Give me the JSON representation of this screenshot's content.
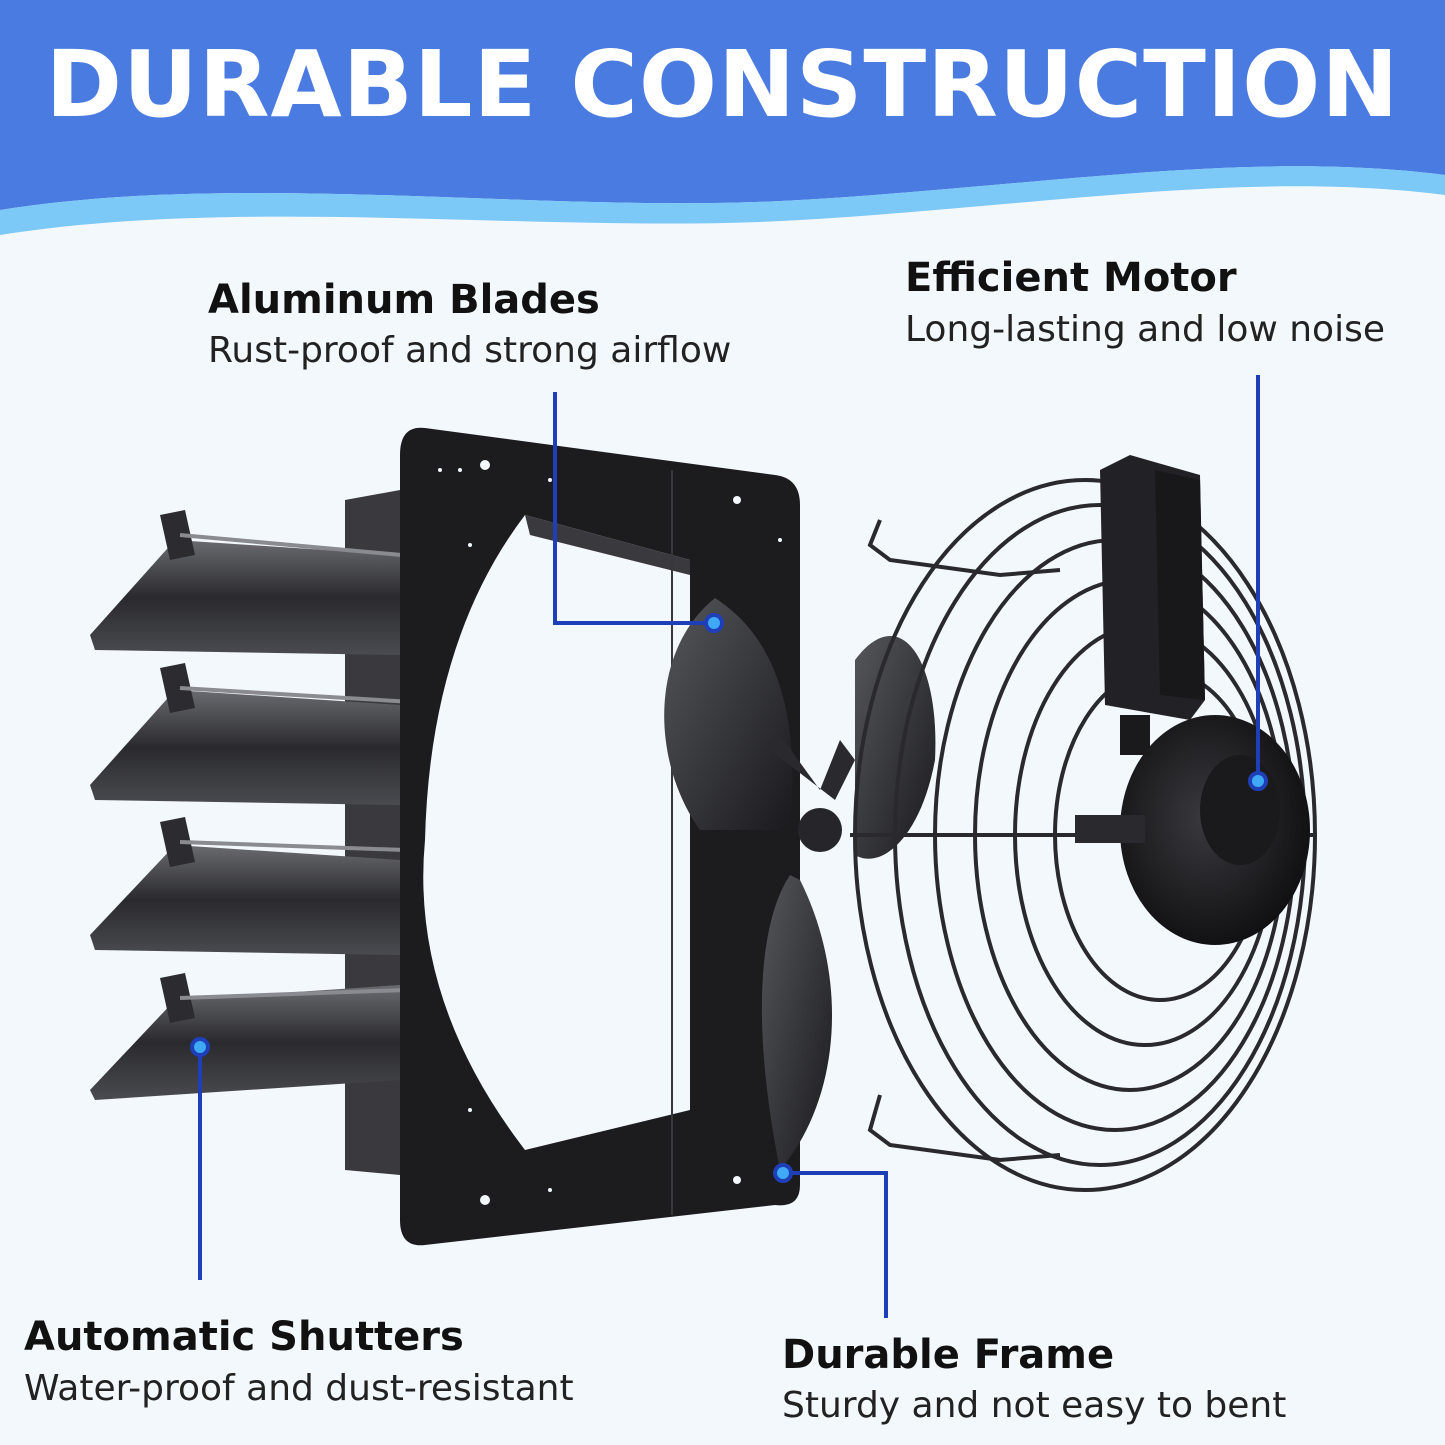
{
  "banner": {
    "title": "DURABLE CONSTRUCTION",
    "color": "#4a7be0",
    "accent": "#7cc8f6"
  },
  "callouts": {
    "aluminum_blades": {
      "title": "Aluminum Blades",
      "description": "Rust-proof and strong airflow"
    },
    "efficient_motor": {
      "title": "Efficient Motor",
      "description": "Long-lasting and low noise"
    },
    "automatic_shutters": {
      "title": "Automatic Shutters",
      "description": "Water-proof and dust-resistant"
    },
    "durable_frame": {
      "title": "Durable Frame",
      "description": "Sturdy and not easy to bent"
    }
  },
  "colors": {
    "background": "#f3f8fc",
    "leader_line": "#1f3fb8",
    "marker_fill": "#3fa9f5",
    "product": "#1c1c1e"
  },
  "icons": [
    "shutter-icon",
    "fan-blade-icon",
    "motor-icon",
    "guard-grille-icon"
  ]
}
